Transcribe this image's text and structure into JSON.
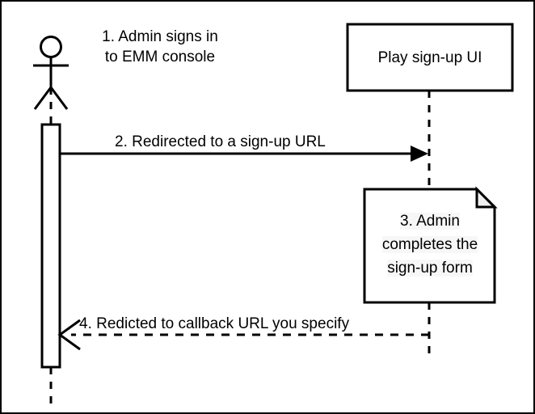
{
  "diagram": {
    "type": "uml-sequence-diagram",
    "background_color": "#ffffff",
    "stroke_color": "#000000",
    "note_fill_color": "#ffffff",
    "note_fold_color": "#f0f0f0",
    "text_highlight_color": "#f7f7f7",
    "participants": [
      {
        "id": "admin",
        "shape": "actor-stick-figure",
        "label": ""
      },
      {
        "id": "play-ui",
        "shape": "rectangle",
        "label": "Play sign-up UI"
      }
    ],
    "labels": {
      "step1": "1. Admin signs in\nto EMM console",
      "step1_line1": "1. Admin signs in",
      "step1_line2": "to EMM console",
      "play_box": "Play sign-up UI"
    },
    "messages": [
      {
        "id": "msg2",
        "label": "2. Redirected to a sign-up URL",
        "line_style": "solid",
        "arrowhead": "filled",
        "direction": "left-to-right"
      },
      {
        "id": "msg4",
        "label": "4. Redicted to callback URL you specify",
        "line_style": "dashed",
        "arrowhead": "open",
        "direction": "right-to-left"
      }
    ],
    "note": {
      "id": "note-step3",
      "shape": "folded-corner-note",
      "line1": "3. Admin",
      "line2": "completes the",
      "line3": "sign-up form"
    }
  }
}
